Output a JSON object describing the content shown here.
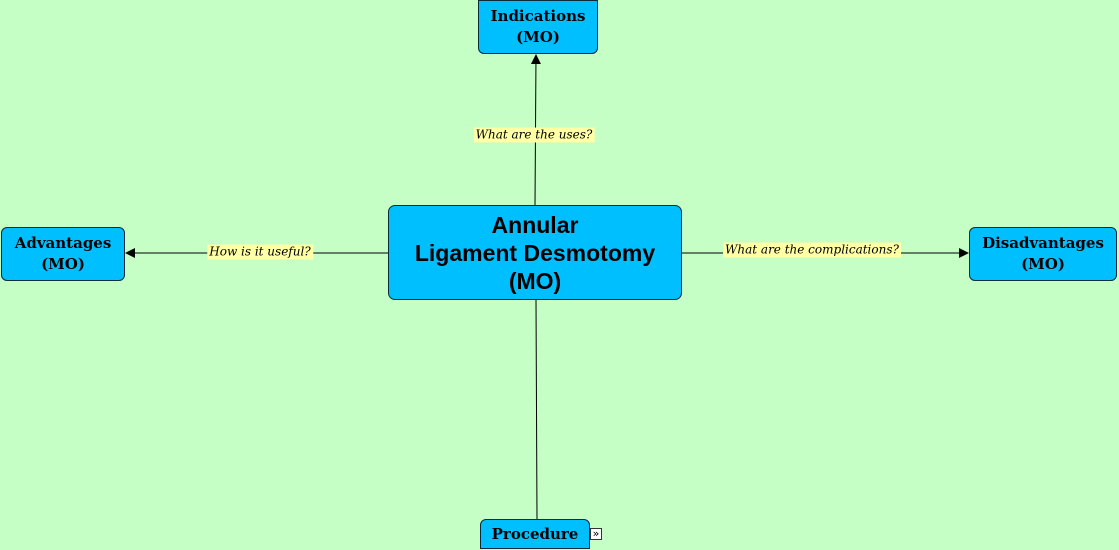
{
  "center": {
    "line1": "Annular",
    "line2": "Ligament Desmotomy",
    "line3": "(MO)"
  },
  "nodes": {
    "indications": {
      "line1": "Indications",
      "line2": "(MO)"
    },
    "advantages": {
      "line1": "Advantages",
      "line2": "(MO)"
    },
    "disadvantages": {
      "line1": "Disadvantages",
      "line2": "(MO)"
    },
    "procedure": {
      "label": "Procedure"
    }
  },
  "links": {
    "uses": "What are the uses?",
    "useful": "How is it useful?",
    "complications": "What are the complications?"
  },
  "colors": {
    "background": "#c5ffc5",
    "node_fill": "#00bfff",
    "label_fill": "#ffffa6"
  },
  "icons": {
    "procedure_expand": "double-chevron-right-icon"
  }
}
